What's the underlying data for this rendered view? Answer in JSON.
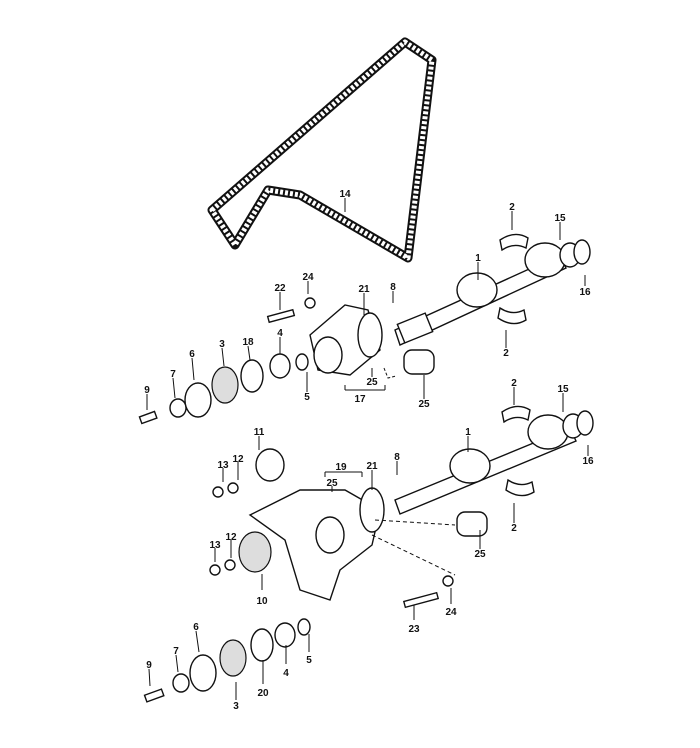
{
  "diagram": {
    "type": "exploded parts diagram",
    "top_assembly_labels": [
      "14",
      "2",
      "15",
      "16",
      "1",
      "2",
      "8",
      "21",
      "24",
      "22",
      "4",
      "18",
      "3",
      "6",
      "7",
      "9",
      "5",
      "25",
      "17",
      "25"
    ],
    "bottom_assembly_labels": [
      "2",
      "15",
      "16",
      "1",
      "2",
      "8",
      "21",
      "19",
      "25",
      "11",
      "13",
      "12",
      "13",
      "12",
      "10",
      "25",
      "23",
      "24",
      "6",
      "7",
      "9",
      "3",
      "20",
      "4",
      "5"
    ]
  }
}
